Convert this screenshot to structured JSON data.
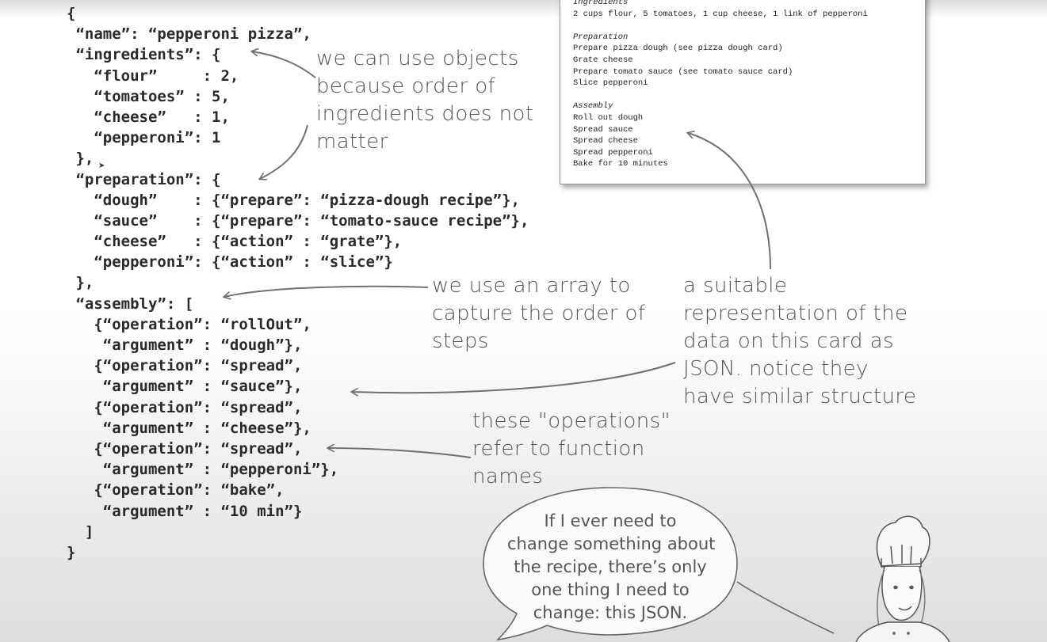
{
  "code": {
    "lines": [
      "{",
      " “name”: “pepperoni pizza”,",
      " “ingredients”: {",
      "   “flour”     : 2,",
      "   “tomatoes” : 5,",
      "   “cheese”   : 1,",
      "   “pepperoni”: 1",
      " },",
      " “preparation”: {",
      "   “dough”    : {“prepare”: “pizza-dough recipe”},",
      "   “sauce”    : {“prepare”: “tomato-sauce recipe”},",
      "   “cheese”   : {“action” : “grate”},",
      "   “pepperoni”: {“action” : “slice”}",
      " },",
      " “assembly”: [",
      "   {“operation”: “rollOut”,",
      "    “argument” : “dough”},",
      "   {“operation”: “spread”,",
      "    “argument” : “sauce”},",
      "   {“operation”: “spread”,",
      "    “argument” : “cheese”},",
      "   {“operation”: “spread”,",
      "    “argument” : “pepperoni”},",
      "   {“operation”: “bake”,",
      "    “argument” : “10 min”}",
      "  ]",
      "}"
    ]
  },
  "card": {
    "lines": [
      "Ingredients",
      "2 cups flour, 5 tomatoes, 1 cup cheese, 1 link of pepperoni",
      "",
      "Preparation",
      "Prepare pizza dough (see pizza dough card)",
      "Grate cheese",
      "Prepare tomato sauce (see tomato sauce card)",
      "Slice pepperoni",
      "",
      "Assembly",
      "Roll out dough",
      "Spread sauce",
      "Spread cheese",
      "Spread pepperoni",
      "Bake for 10 minutes"
    ]
  },
  "annotations": {
    "objects": [
      "we can use objects",
      "because order of",
      "ingredients does not",
      "matter"
    ],
    "array": [
      "we use an array to",
      "capture the order of",
      "steps"
    ],
    "representation": [
      "a suitable",
      "representation of the",
      "data on this card as",
      "JSON. notice they",
      "have similar structure"
    ],
    "operations": [
      "these \"operations\"",
      "refer to function",
      "names"
    ]
  },
  "speech_bubble": {
    "lines": [
      "If I ever need to",
      "change something about",
      "the recipe, there’s only",
      "one thing I need to",
      "change: this JSON."
    ]
  },
  "colors": {
    "code_text": "#2a2a2a",
    "annotation_text": "#555555",
    "arrow": "#707070"
  }
}
